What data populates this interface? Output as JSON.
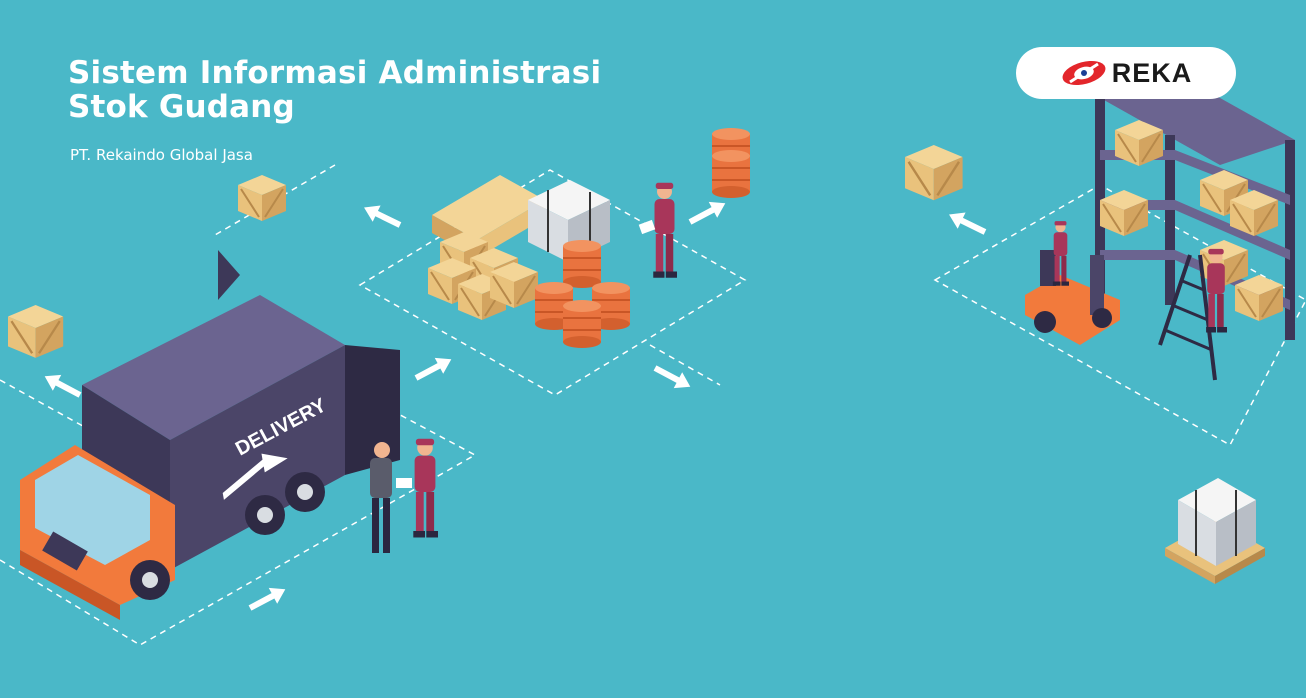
{
  "header": {
    "title_line1": "Sistem Informasi Administrasi",
    "title_line2": "Stok Gudang",
    "company": "PT. Rekaindo Global Jasa"
  },
  "logo": {
    "text": "REKA",
    "mark_color": "#e3262b"
  },
  "truck": {
    "side_text": "DELIVERY"
  },
  "colors": {
    "background": "#4ab8c8",
    "truck_cab": "#f27a3c",
    "truck_box": "#4b4568",
    "barrel": "#e9733f",
    "crate": "#e9c27c",
    "worker": "#a8365a"
  },
  "icons": [
    "arrow-icon",
    "crate-icon",
    "barrel-icon",
    "forklift-icon",
    "shelf-icon",
    "pallet-icon",
    "truck-icon"
  ]
}
